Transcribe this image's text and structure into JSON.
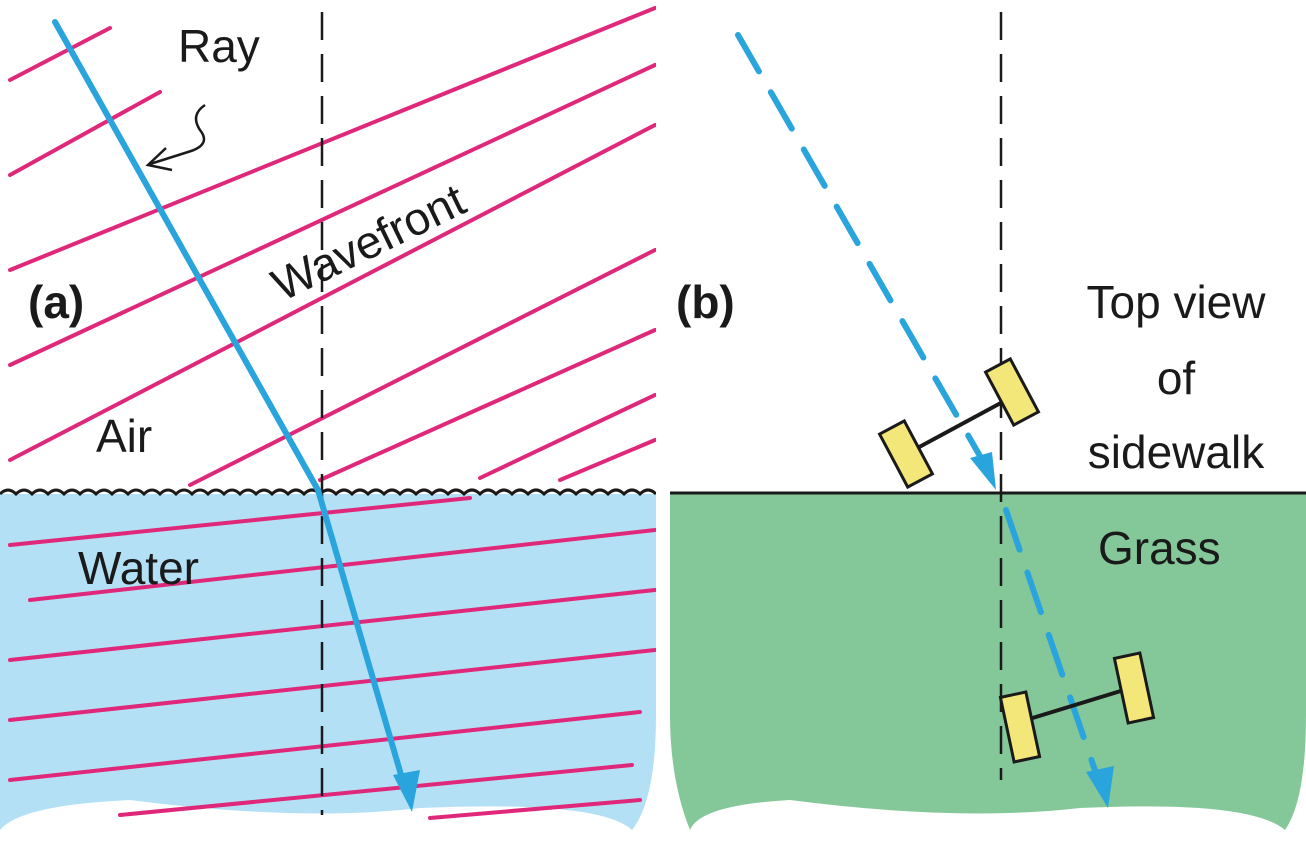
{
  "panel_a": {
    "tag": "(a)",
    "ray_label": "Ray",
    "wavefront_label": "Wavefront",
    "air_label": "Air",
    "water_label": "Water"
  },
  "panel_b": {
    "tag": "(b)",
    "sidewalk_label_line1": "Top view",
    "sidewalk_label_line2": "of",
    "sidewalk_label_line3": "sidewalk",
    "grass_label": "Grass"
  },
  "colors": {
    "water": "#b3e0f5",
    "grass": "#84c89a",
    "wavefront": "#e0287a",
    "ray": "#2aa4dd",
    "axle_wheel": "#f3e77a"
  }
}
